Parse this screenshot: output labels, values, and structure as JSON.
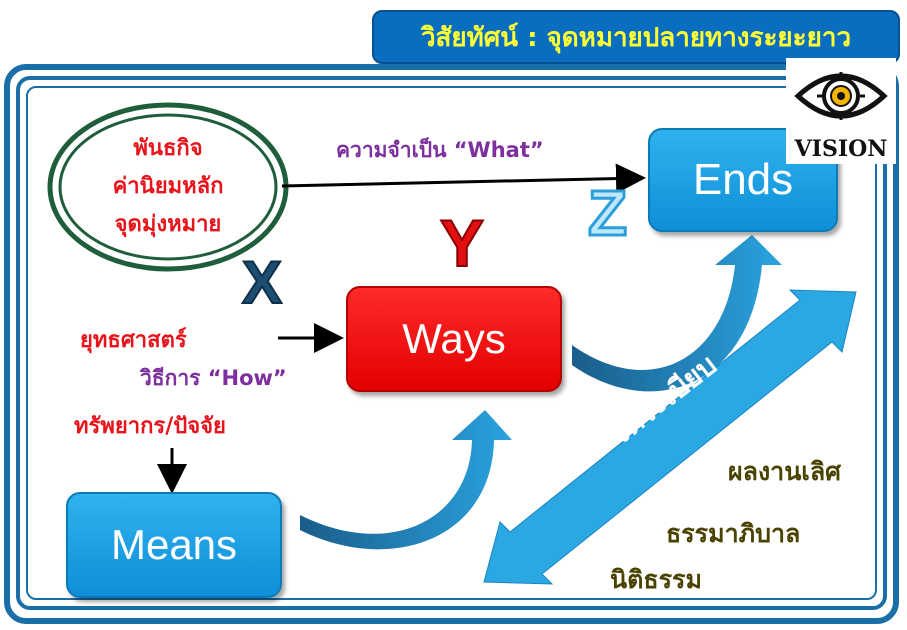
{
  "title": "วิสัยทัศน์ : จุดหมายปลายทางระยะยาว",
  "vision_label": "VISION",
  "mission_lines": [
    "พันธกิจ",
    "ค่านิยมหลัก",
    "จุดมุ่งหมาย"
  ],
  "need_label": "ความจำเป็น “What”",
  "strategy_label": "ยุทธศาสตร์",
  "method_label": "วิธีการ “How”",
  "resource_label": "ทรัพยากร/ปัจจัย",
  "boxes": {
    "ends": "Ends",
    "ways": "Ways",
    "means": "Means"
  },
  "letters": {
    "x": "X",
    "y": "Y",
    "z": "Z"
  },
  "align_label": "จัดระเบียบ",
  "outcomes": [
    "ผลงานเลิศ",
    "ธรรมาภิบาล",
    "นิติธรรม"
  ],
  "colors": {
    "frame": "#1a6fa8",
    "title_bg": "#0a6ec0",
    "title_text": "#ffff33",
    "box_blue": "#1ca2e6",
    "box_red": "#ff0000",
    "red_text": "#e8131b",
    "purple_text": "#7d2f9e",
    "olive_text": "#4a4300",
    "oval": "#1f5e3a"
  }
}
